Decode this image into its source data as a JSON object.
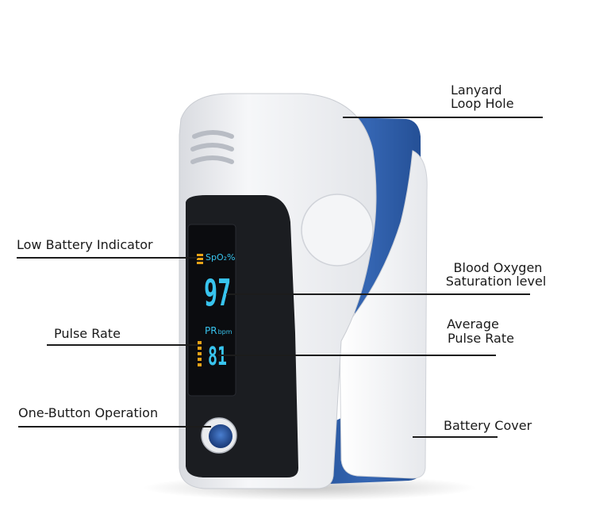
{
  "labels": {
    "lanyard_loop_hole": [
      "Lanyard",
      "Loop Hole"
    ],
    "low_battery_indicator": "Low Battery Indicator",
    "blood_oxygen_saturation_level": [
      "Blood Oxygen",
      "Saturation level"
    ],
    "pulse_rate": "Pulse Rate",
    "average_pulse_rate": [
      "Average",
      "Pulse Rate"
    ],
    "one_button_operation": "One-Button Operation",
    "battery_cover": "Battery Cover"
  },
  "display": {
    "spo2_label": "SpO₂%",
    "spo2_value": "97",
    "pr_label": "PR",
    "pr_unit": "bpm",
    "pr_value": "81"
  },
  "colors": {
    "body_white": "#f2f3f5",
    "accent_blue": "#2c5aa0",
    "screen_bezel": "#1b1d21",
    "display_cyan": "#38c4ee",
    "indicator_orange": "#e8a317"
  }
}
